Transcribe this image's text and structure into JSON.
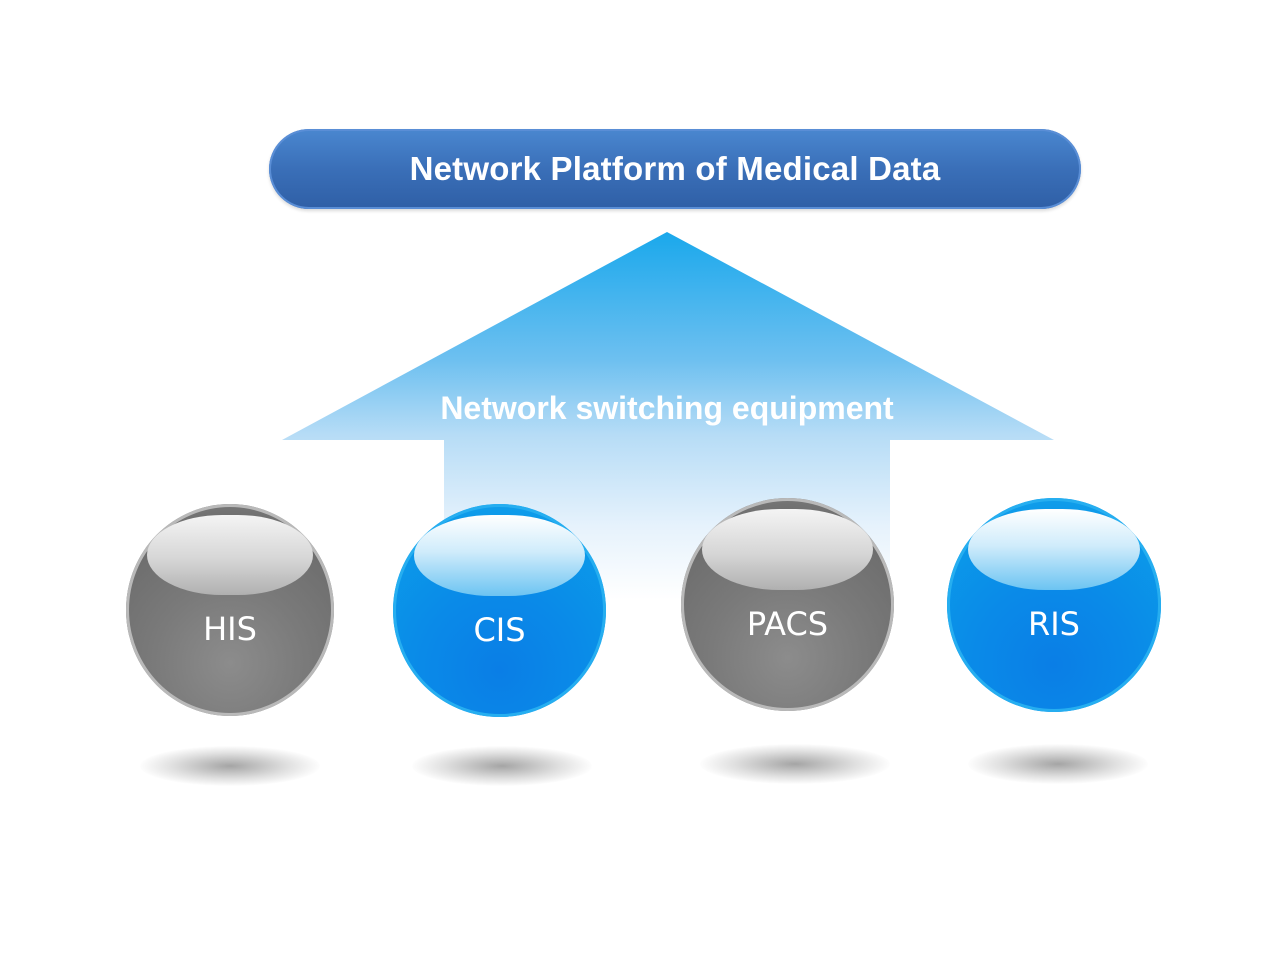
{
  "banner": {
    "title": "Network Platform of Medical Data"
  },
  "arrow": {
    "label": "Network switching equipment"
  },
  "systems": [
    {
      "label": "HIS",
      "style": "gray"
    },
    {
      "label": "CIS",
      "style": "blue"
    },
    {
      "label": "PACS",
      "style": "gray"
    },
    {
      "label": "RIS",
      "style": "blue"
    }
  ],
  "colors": {
    "banner": "#3a6fb8",
    "arrow_top": "#1aa8ec",
    "sphere_gray": "#7a7a7a",
    "sphere_blue": "#0a8ae8"
  }
}
